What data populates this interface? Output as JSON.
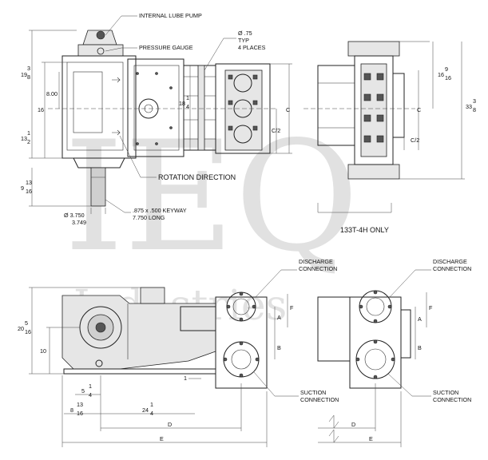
{
  "labels": {
    "internal_lube_pump": "INTERNAL LUBE PUMP",
    "pressure_gauge": "PRESSURE GAUGE",
    "hole_dia": "Ø .75",
    "hole_typ": "TYP",
    "hole_places": "4 PLACES",
    "rotation_direction": "ROTATION DIRECTION",
    "keyway_1": ".875 x .500 KEYWAY",
    "keyway_2": "7.750 LONG",
    "shaft_dia_1": "Ø 3.750",
    "shaft_dia_2": "3.749",
    "model_only": "133T-4H ONLY",
    "discharge_1": "DISCHARGE",
    "discharge_2": "CONNECTION",
    "discharge_r1": "DISCHARGE",
    "discharge_r2": "CONNECTION",
    "suction_1": "SUCTION",
    "suction_2": "CONNECTION",
    "suction_r1": "SUCTION",
    "suction_r2": "CONNECTION"
  },
  "dimensions": {
    "d_19_whole": "19",
    "d_19_num": "3",
    "d_19_den": "8",
    "d_16": "16",
    "d_8": "8.00",
    "d_13_whole": "13",
    "d_13_num": "1",
    "d_13_den": "2",
    "d_9_whole": "9",
    "d_9_num": "13",
    "d_9_den": "16",
    "d_18_whole": "18",
    "d_18_num": "1",
    "d_18_den": "4",
    "c_top": "C",
    "c_half_top": "C/2",
    "c_right": "C",
    "c_half_right": "C/2",
    "d_16b_whole": "16",
    "d_16b_num": "9",
    "d_16b_den": "16",
    "d_33_whole": "33",
    "d_33_num": "3",
    "d_33_den": "8",
    "d_20_whole": "20",
    "d_20_num": "5",
    "d_20_den": "16",
    "d_10": "10",
    "d_5_whole": "5",
    "d_5_num": "1",
    "d_5_den": "4",
    "d_8b_whole": "8",
    "d_8b_num": "13",
    "d_8b_den": "16",
    "d_24_whole": "24",
    "d_24_num": "1",
    "d_24_den": "4",
    "dim_D": "D",
    "dim_E": "E",
    "dim_F": "F",
    "dim_A": "A",
    "dim_B": "B",
    "dim_D_r": "D",
    "dim_E_r": "E",
    "dim_F_r": "F",
    "dim_A_r": "A",
    "dim_B_r": "B",
    "dim_1": "1"
  },
  "watermark": {
    "main": "IEQ",
    "sub": "Industries"
  }
}
